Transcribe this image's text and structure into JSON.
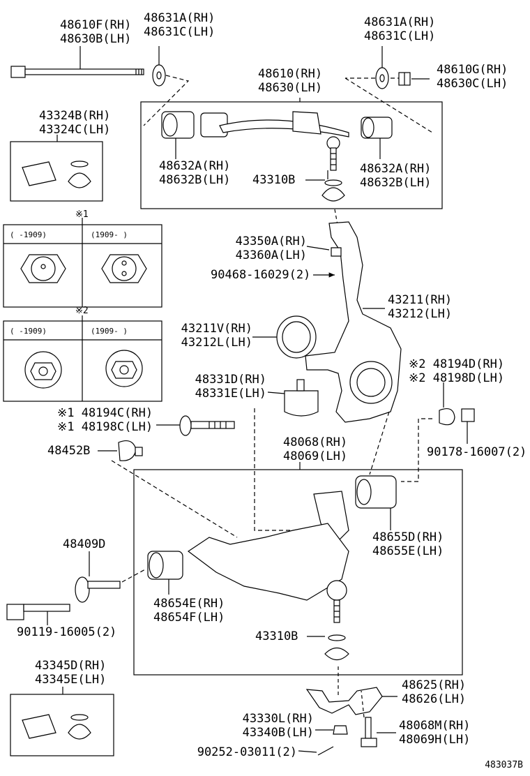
{
  "parts": {
    "p48610F": [
      "48610F(RH)",
      "48630B(LH)"
    ],
    "p48631A_l": [
      "48631A(RH)",
      "48631C(LH)"
    ],
    "p48631A_r": [
      "48631A(RH)",
      "48631C(LH)"
    ],
    "p48610G": [
      "48610G(RH)",
      "48630C(LH)"
    ],
    "p48610": [
      "48610(RH)",
      "48630(LH)"
    ],
    "p43324B": [
      "43324B(RH)",
      "43324C(LH)"
    ],
    "p48632A_l": [
      "48632A(RH)",
      "48632B(LH)"
    ],
    "p43310B_top": [
      "43310B"
    ],
    "p48632A_r": [
      "48632A(RH)",
      "48632B(LH)"
    ],
    "p43350A": [
      "43350A(RH)",
      "43360A(LH)"
    ],
    "p90468": [
      "90468-16029(2)"
    ],
    "p43211": [
      "43211(RH)",
      "43212(LH)"
    ],
    "p43211V": [
      "43211V(RH)",
      "43212L(LH)"
    ],
    "p48194D": [
      "※2 48194D(RH)",
      "※2 48198D(LH)"
    ],
    "p48331D": [
      "48331D(RH)",
      "48331E(LH)"
    ],
    "p48194C": [
      "※1 48194C(RH)",
      "※1 48198C(LH)"
    ],
    "p90178": [
      "90178-16007(2)"
    ],
    "p48452B": [
      "48452B"
    ],
    "p48068": [
      "48068(RH)",
      "48069(LH)"
    ],
    "p48655D": [
      "48655D(RH)",
      "48655E(LH)"
    ],
    "p48409D": [
      "48409D"
    ],
    "p48654E": [
      "48654E(RH)",
      "48654F(LH)"
    ],
    "p90119": [
      "90119-16005(2)"
    ],
    "p43310B_bot": [
      "43310B"
    ],
    "p43345D": [
      "43345D(RH)",
      "43345E(LH)"
    ],
    "p48625": [
      "48625(RH)",
      "48626(LH)"
    ],
    "p43330L": [
      "43330L(RH)",
      "43340B(LH)"
    ],
    "p48068M": [
      "48068M(RH)",
      "48069H(LH)"
    ],
    "p90252": [
      "90252-03011(2)"
    ]
  },
  "insets": {
    "mark1": "※1",
    "mark2": "※2",
    "range_before": "( -1909)",
    "range_after": "(1909- )"
  },
  "illustration_code": "483037B"
}
